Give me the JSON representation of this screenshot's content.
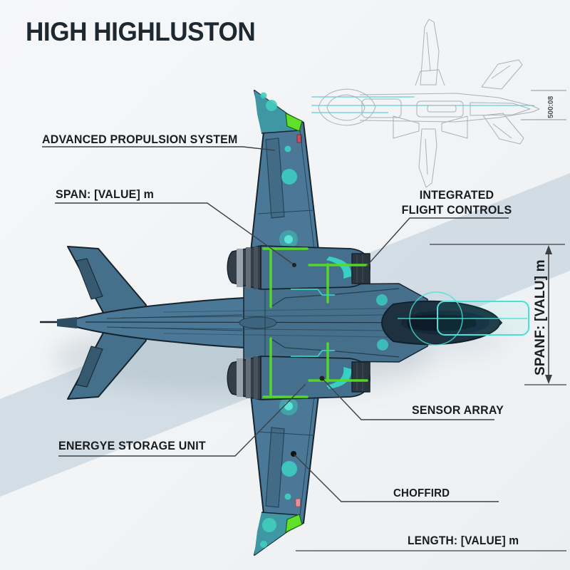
{
  "title": "HIGH HIGHLUSTON",
  "callouts": {
    "propulsion": "ADVANCED PROPULSION SYSTEM",
    "span": "SPAN: [VALUE] m",
    "flight_controls_line1": "INTEGRATED",
    "flight_controls_line2": "FLIGHT CONTROLS",
    "sensor": "SENSOR ARRAY",
    "energy": "ENERGYE STORAGE UNIT",
    "choffird": "CHOFFIRD"
  },
  "dimensions": {
    "length": "LENGTH: [VALUE] m",
    "span_vertical": "SPANF: [VALU] m",
    "wireframe_scale": "500:08"
  },
  "colors": {
    "background": "#f2f3f5",
    "diagonal_band": "#ccd8e2",
    "hull_blue": "#4b7897",
    "hull_dark_panel": "#3a5f79",
    "wingtip_teal": "#3f97a3",
    "glow_cyan": "#40e0d0",
    "pipe_green": "#55dd22",
    "wingtip_green": "#5fe02a",
    "marker_red": "#d84852",
    "canopy_navy": "#1d3140",
    "label_text": "#191c1e",
    "wireframe_line": "#a7b2bb"
  }
}
